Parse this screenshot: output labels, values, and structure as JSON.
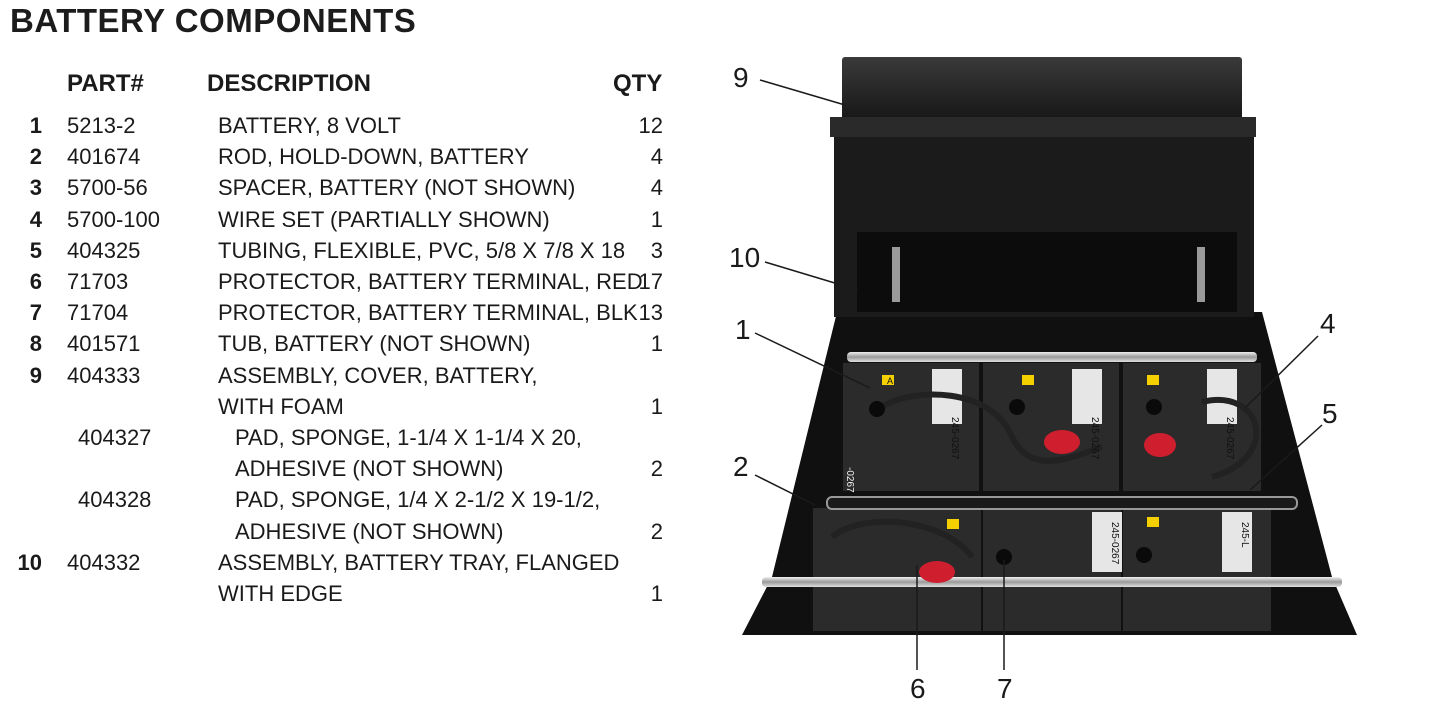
{
  "title": "BATTERY COMPONENTS",
  "headers": {
    "part": "PART#",
    "description": "DESCRIPTION",
    "qty": "QTY"
  },
  "rows": [
    {
      "num": "1",
      "part": "5213-2",
      "desc": "BATTERY, 8 VOLT",
      "qty": "12"
    },
    {
      "num": "2",
      "part": "401674",
      "desc": "ROD, HOLD-DOWN, BATTERY",
      "qty": "4"
    },
    {
      "num": "3",
      "part": "5700-56",
      "desc": "SPACER, BATTERY (NOT SHOWN)",
      "qty": "4"
    },
    {
      "num": "4",
      "part": "5700-100",
      "desc": "WIRE SET (PARTIALLY SHOWN)",
      "qty": "1"
    },
    {
      "num": "5",
      "part": "404325",
      "desc": "TUBING, FLEXIBLE, PVC, 5/8 X 7/8 X 18",
      "qty": "3"
    },
    {
      "num": "6",
      "part": "71703",
      "desc": "PROTECTOR, BATTERY TERMINAL, RED",
      "qty": "17"
    },
    {
      "num": "7",
      "part": "71704",
      "desc": "PROTECTOR, BATTERY TERMINAL, BLK",
      "qty": "13"
    },
    {
      "num": "8",
      "part": "401571",
      "desc": "TUB, BATTERY (NOT SHOWN)",
      "qty": "1"
    },
    {
      "num": "9",
      "part": "404333",
      "desc": "ASSEMBLY, COVER, BATTERY,",
      "qty": ""
    },
    {
      "num": "",
      "part": "",
      "desc": "WITH FOAM",
      "qty": "1"
    },
    {
      "num": "",
      "part": "404327",
      "desc": "PAD, SPONGE, 1-1/4 X 1-1/4 X 20,",
      "qty": "",
      "sub": true
    },
    {
      "num": "",
      "part": "",
      "desc": "ADHESIVE (NOT SHOWN)",
      "qty": "2",
      "sub": true
    },
    {
      "num": "",
      "part": "404328",
      "desc": "PAD, SPONGE, 1/4 X 2-1/2 X 19-1/2,",
      "qty": "",
      "sub": true
    },
    {
      "num": "",
      "part": "",
      "desc": "ADHESIVE (NOT SHOWN)",
      "qty": "2",
      "sub": true
    },
    {
      "num": "10",
      "part": "404332",
      "desc": "ASSEMBLY, BATTERY TRAY, FLANGED",
      "qty": ""
    },
    {
      "num": "",
      "part": "",
      "desc": "WITH EDGE",
      "qty": "1"
    }
  ],
  "callouts": {
    "c9": "9",
    "c10": "10",
    "c1": "1",
    "c4": "4",
    "c5": "5",
    "c2": "2",
    "c6": "6",
    "c7": "7"
  },
  "battery_labels": {
    "a": "A",
    "code1": "245-0267",
    "code2": "245-0267",
    "code3": "245-0267",
    "code4": "-0267",
    "code5": "245-0267",
    "code6": "245-L"
  },
  "colors": {
    "terminal_red": "#cf1f2e",
    "tray": "#111111",
    "rod": "#bdbdbd",
    "label_yellow": "#f4d000"
  }
}
